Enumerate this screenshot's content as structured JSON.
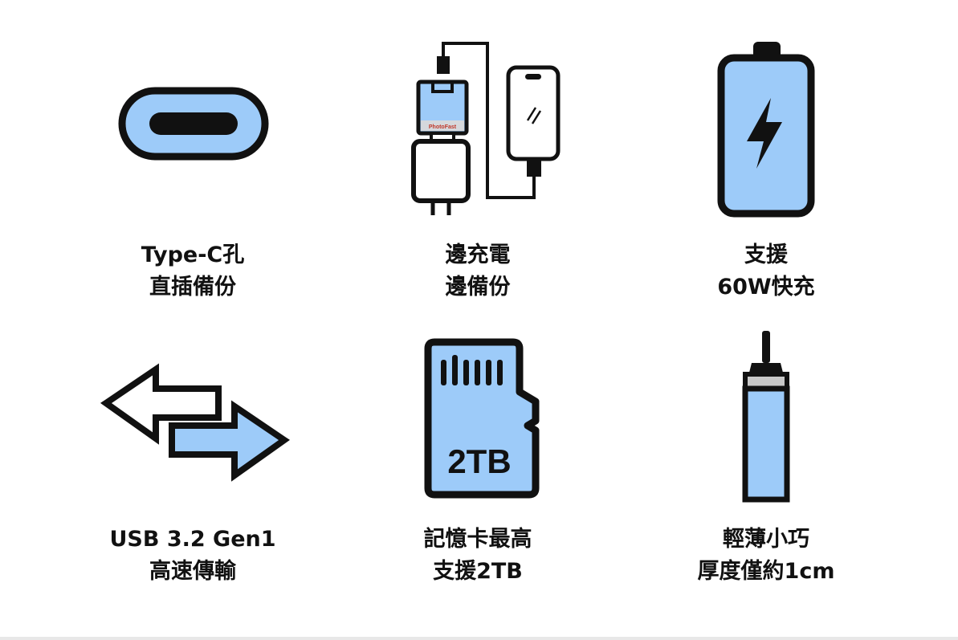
{
  "colors": {
    "fill": "#9dcbf9",
    "outline": "#111111",
    "background": "#ffffff"
  },
  "features": [
    {
      "icon": "usb-c-port-icon",
      "line1": "Type-C孔",
      "line2": "直插備份"
    },
    {
      "icon": "charging-backup-icon",
      "device_brand": "PhotoFast",
      "line1": "邊充電",
      "line2": "邊備份"
    },
    {
      "icon": "battery-charging-icon",
      "line1": "支援",
      "line2": "60W快充"
    },
    {
      "icon": "transfer-arrows-icon",
      "line1": "USB 3.2 Gen1",
      "line2": "高速傳輸"
    },
    {
      "icon": "memory-card-icon",
      "card_label": "2TB",
      "line1": "記憶卡最高",
      "line2": "支援2TB"
    },
    {
      "icon": "slim-device-icon",
      "line1": "輕薄小巧",
      "line2": "厚度僅約1cm"
    }
  ]
}
